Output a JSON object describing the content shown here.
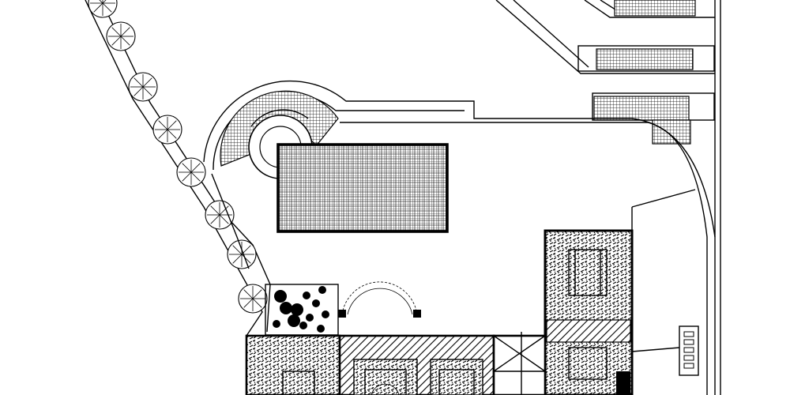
{
  "drawing": {
    "kind": "architectural site plan",
    "line_color": "#000000",
    "background": "#ffffff",
    "text_labels": []
  },
  "elements": {
    "stair_flights": [
      {
        "id": "stair-top",
        "treads": 9
      },
      {
        "id": "stair-middle",
        "treads": 11
      },
      {
        "id": "stair-lower",
        "treads": 10
      }
    ],
    "trees_along_path": 8,
    "shrubs_in_planter": 12,
    "indicator_panel_cells": 5
  }
}
